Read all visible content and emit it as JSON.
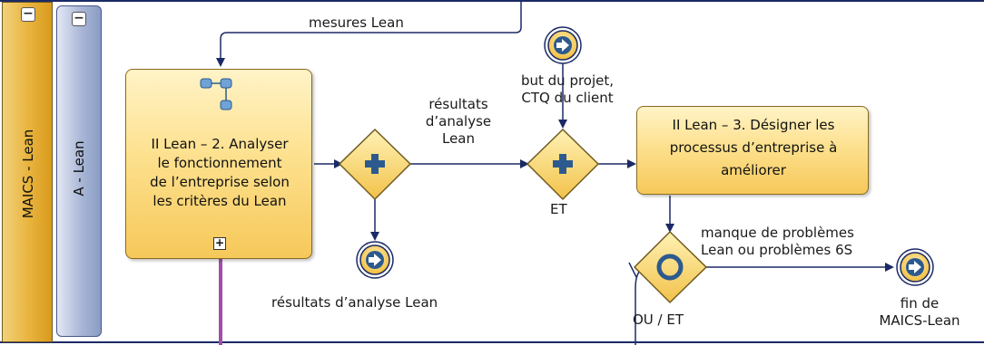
{
  "lanes": {
    "outer_label": "MAICS - Lean",
    "inner_label": "A - Lean",
    "outer_collapse_symbol": "−",
    "inner_collapse_symbol": "−"
  },
  "tasks": {
    "analyse": {
      "lines": [
        "II Lean – 2. Analyser",
        "le fonctionnement",
        "de l’entreprise selon",
        "les critères du Lean"
      ],
      "icon": "process-flow-icon",
      "subprocess_marker": "+"
    },
    "designer": {
      "lines": [
        "II Lean – 3. Désigner les",
        "processus d’entreprise à",
        "améliorer"
      ]
    }
  },
  "flows": {
    "top_label": "mesures Lean",
    "resultats_flow_lines": [
      "résultats",
      "d’analyse",
      "Lean"
    ],
    "but_projet_lines": [
      "but du projet,",
      "CTQ du client"
    ],
    "manque_lines": [
      "manque de problèmes",
      "Lean ou problèmes 6S"
    ]
  },
  "events": {
    "resultats_event_label": "résultats d’analyse  Lean",
    "fin_lines": [
      "fin de",
      "MAICS-Lean"
    ]
  },
  "gateways": {
    "second_label": "ET",
    "or_label": "OU / ET"
  },
  "colors": {
    "flow": "#1b2a66",
    "gateway_fill": "#f7d769",
    "gateway_stroke": "#6f5a1e",
    "event_fill": "#fad66a",
    "message_flow": "#a04fa8"
  }
}
